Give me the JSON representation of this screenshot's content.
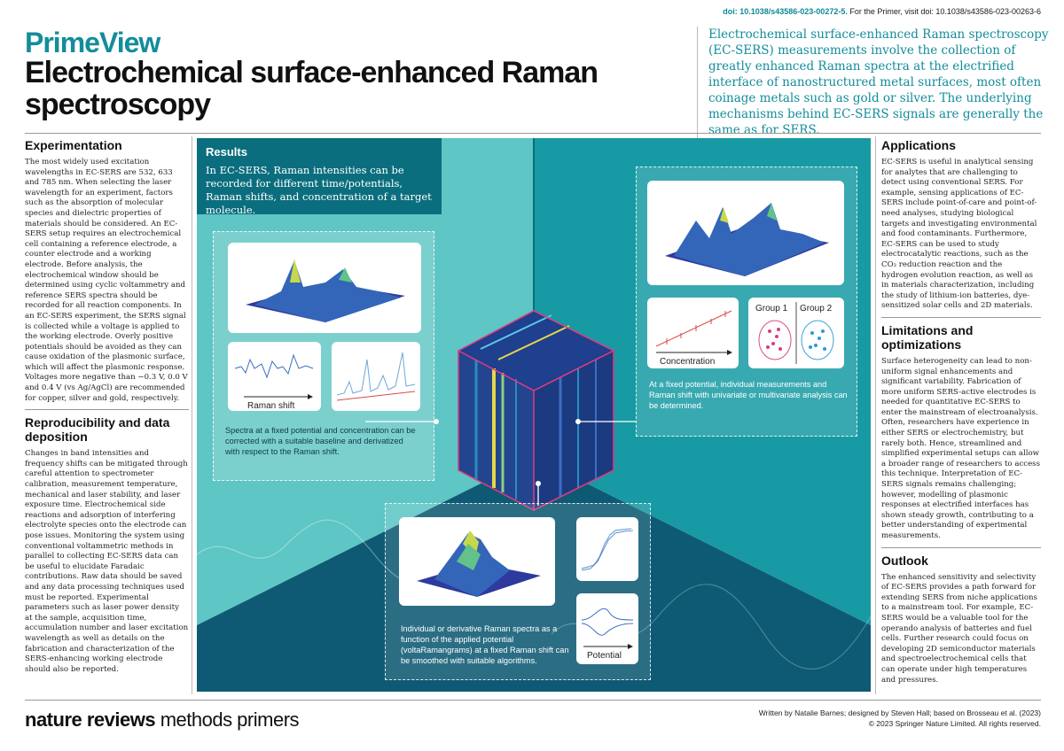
{
  "header": {
    "doi_primary": "doi: 10.1038/s43586-023-00272-5.",
    "doi_secondary": "For the Primer, visit doi: 10.1038/s43586-023-00263-6",
    "brand": "PrimeView",
    "title": "Electrochemical surface-enhanced Raman spectroscopy",
    "intro": "Electrochemical surface-enhanced Raman spectroscopy (EC-SERS) measurements involve the collection of greatly enhanced Raman spectra at the electrified interface of nanostructured metal surfaces, most often coinage metals such as gold or silver. The underlying mechanisms behind EC-SERS signals are generally the same as for SERS."
  },
  "left": {
    "experimentation": {
      "heading": "Experimentation",
      "body": "The most widely used excitation wavelengths in EC-SERS are 532, 633 and 785 nm. When selecting the laser wavelength for an experiment, factors such as the absorption of molecular species and dielectric properties of materials should be considered. An EC-SERS setup requires an electrochemical cell containing a reference electrode, a counter electrode and a working electrode. Before analysis, the electrochemical window should be determined using cyclic voltammetry and reference SERS spectra should be recorded for all reaction components. In an EC-SERS experiment, the SERS signal is collected while a voltage is applied to the working electrode. Overly positive potentials should be avoided as they can cause oxidation of the plasmonic surface, which will affect the plasmonic response. Voltages more negative than −0.3 V, 0.0 V and 0.4 V (vs Ag/AgCl) are recommended for copper, silver and gold, respectively."
    },
    "reproducibility": {
      "heading": "Reproducibility and data deposition",
      "body": "Changes in band intensities and frequency shifts can be mitigated through careful attention to spectrometer calibration, measurement temperature, mechanical and laser stability, and laser exposure time. Electrochemical side reactions and adsorption of interfering electrolyte species onto the electrode can pose issues. Monitoring the system using conventional voltammetric methods in parallel to collecting EC-SERS data can be useful to elucidate Faradaic contributions. Raw data should be saved and any data processing techniques used must be reported. Experimental parameters such as laser power density at the sample, acquisition time, accumulation number and laser excitation wavelength as well as details on the fabrication and characterization of the SERS-enhancing working electrode should also be reported."
    }
  },
  "results": {
    "heading": "Results",
    "text": "In EC-SERS, Raman intensities can be recorded for different time/potentials, Raman shifts, and concentration of a target molecule.",
    "caption_left": "Spectra at a fixed potential and concentration can be corrected with a suitable baseline and derivatized with respect to the Raman shift.",
    "caption_right": "At a fixed potential, individual measurements and Raman shift with univariate or multivariate analysis can be determined.",
    "caption_bottom": "Individual or derivative Raman spectra as a function of the applied potential (voltaRamangrams) at a fixed Raman shift can be smoothed with suitable algorithms.",
    "label_raman_shift": "Raman shift",
    "label_concentration": "Concentration",
    "label_group1": "Group 1",
    "label_group2": "Group 2",
    "label_potential": "Potential"
  },
  "right": {
    "applications": {
      "heading": "Applications",
      "body": "EC-SERS is useful in analytical sensing for analytes that are challenging to detect using conventional SERS. For example, sensing applications of EC-SERS include point-of-care and point-of-need analyses, studying biological targets and investigating environmental and food contaminants. Furthermore, EC-SERS can be used to study electrocatalytic reactions, such as the CO₂ reduction reaction and the hydrogen evolution reaction, as well as in materials characterization, including the study of lithium-ion batteries, dye-sensitized solar cells and 2D materials."
    },
    "limitations": {
      "heading": "Limitations and optimizations",
      "body": "Surface heterogeneity can lead to non-uniform signal enhancements and significant variability. Fabrication of more uniform SERS-active electrodes is needed for quantitative EC-SERS to enter the mainstream of electroanalysis. Often, researchers have experience in either SERS or electrochemistry, but rarely both. Hence, streamlined and simplified experimental setups can allow a broader range of researchers to access this technique. Interpretation of EC-SERS signals remains challenging; however, modelling of plasmonic responses at electrified interfaces has shown steady growth, contributing to a better understanding of experimental measurements."
    },
    "outlook": {
      "heading": "Outlook",
      "body": "The enhanced sensitivity and selectivity of EC-SERS provides a path forward for extending SERS from niche applications to a mainstream tool. For example, EC-SERS would be a valuable tool for the operando analysis of batteries and fuel cells. Further research could focus on developing 2D semiconductor materials and spectroelectrochemical cells that can operate under high temperatures and pressures."
    }
  },
  "footer": {
    "brand_bold": "nature reviews",
    "brand_light": " methods primers",
    "credit": "Written by Natalie Barnes; designed by Steven Hall; based on Brosseau et al. (2023)",
    "copyright": "© 2023 Springer Nature Limited. All rights reserved."
  },
  "colors": {
    "teal_dark": "#0b6e7e",
    "teal_mid": "#179aa4",
    "teal_light": "#5ec6c4",
    "navy": "#14405c"
  }
}
